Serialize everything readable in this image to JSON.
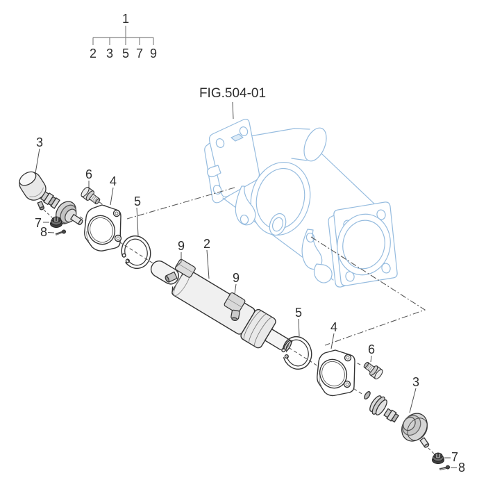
{
  "figure": {
    "title": "FIG.504-01"
  },
  "index_tree": {
    "root": "1",
    "leaves": [
      "2",
      "3",
      "5",
      "7",
      "9"
    ]
  },
  "callouts": {
    "left_tie_rod_end": "3",
    "left_bolt": "6",
    "left_cover_plate": "4",
    "left_snap_ring": "5",
    "left_castle_nut": "7",
    "left_cotter_pin": "8",
    "fitting_upper": "9",
    "power_cylinder": "2",
    "fitting_lower": "9",
    "right_snap_ring": "5",
    "right_cover_plate": "4",
    "right_bolt": "6",
    "right_tie_rod_end": "3",
    "right_castle_nut": "7",
    "right_cotter_pin": "8"
  },
  "colors": {
    "part_line": "#333333",
    "leader_line": "#4f4f4f",
    "reference_part_blue": "#96bcdf",
    "background": "#ffffff"
  }
}
